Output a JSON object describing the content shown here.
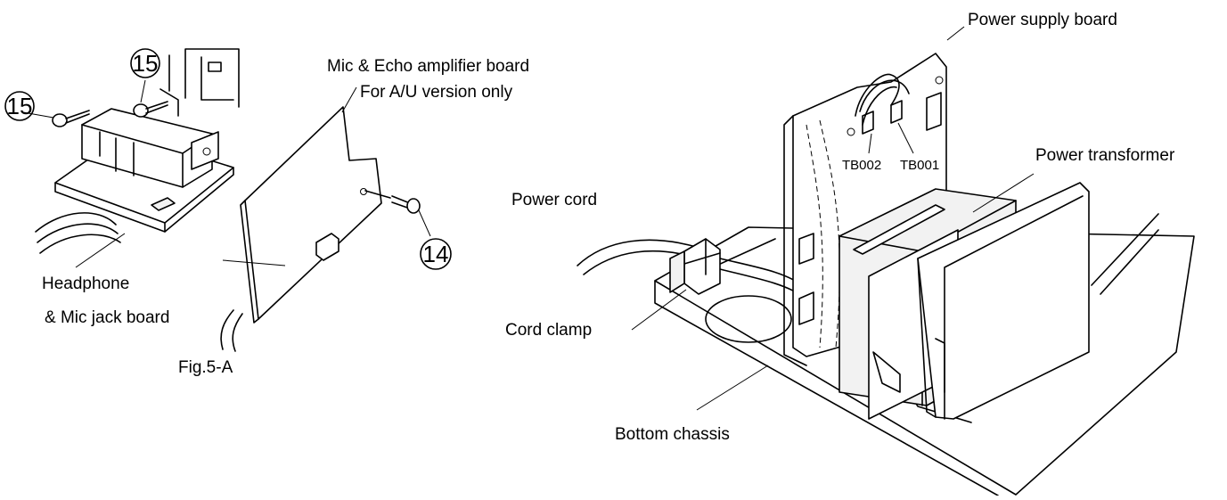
{
  "left_figure": {
    "callouts": [
      "15",
      "15",
      "14"
    ],
    "labels": {
      "mic_echo_board": "Mic & Echo amplifier board",
      "version_note": "For A/U version only",
      "headphone_line1": "Headphone",
      "headphone_line2": "& Mic jack board",
      "figure_caption": "Fig.5-A"
    }
  },
  "right_figure": {
    "labels": {
      "power_supply_board": "Power supply board",
      "tb002": "TB002",
      "tb001": "TB001",
      "power_transformer": "Power transformer",
      "power_cord": "Power cord",
      "cord_clamp": "Cord clamp",
      "bottom_chassis": "Bottom chassis"
    }
  }
}
